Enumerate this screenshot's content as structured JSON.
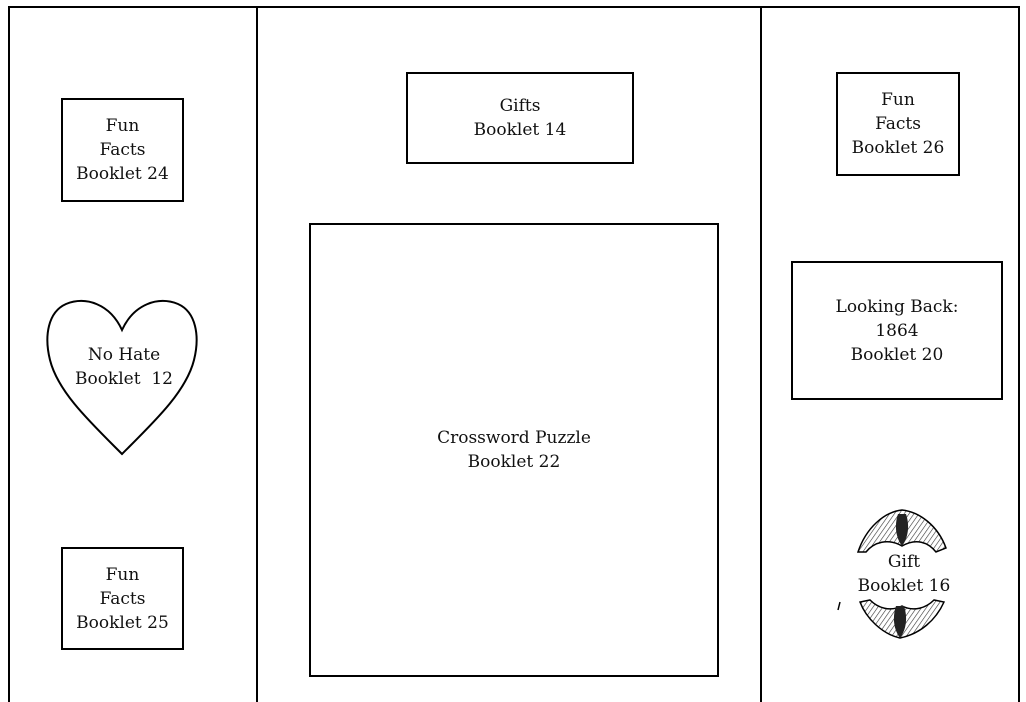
{
  "left_column": {
    "fun_facts_24": {
      "line1": "Fun",
      "line2": "Facts",
      "line3": "Booklet 24"
    },
    "no_hate": {
      "line1": "No Hate",
      "line2": "Booklet  12"
    },
    "fun_facts_25": {
      "line1": "Fun",
      "line2": "Facts",
      "line3": "Booklet 25"
    }
  },
  "center_column": {
    "gifts": {
      "line1": "Gifts",
      "line2": "Booklet 14"
    },
    "crossword": {
      "line1": "Crossword Puzzle",
      "line2": "Booklet 22"
    }
  },
  "right_column": {
    "fun_facts_26": {
      "line1": "Fun",
      "line2": "Facts",
      "line3": "Booklet 26"
    },
    "looking_back": {
      "line1": "Looking Back:",
      "line2": "1864",
      "line3": "Booklet 20"
    },
    "gift": {
      "line1": "Gift",
      "line2": "Booklet 16"
    }
  },
  "icons": {
    "heart": "heart-icon",
    "cookie": "fortune-cookie-icon"
  },
  "colors": {
    "line": "#000000",
    "background": "#ffffff"
  }
}
